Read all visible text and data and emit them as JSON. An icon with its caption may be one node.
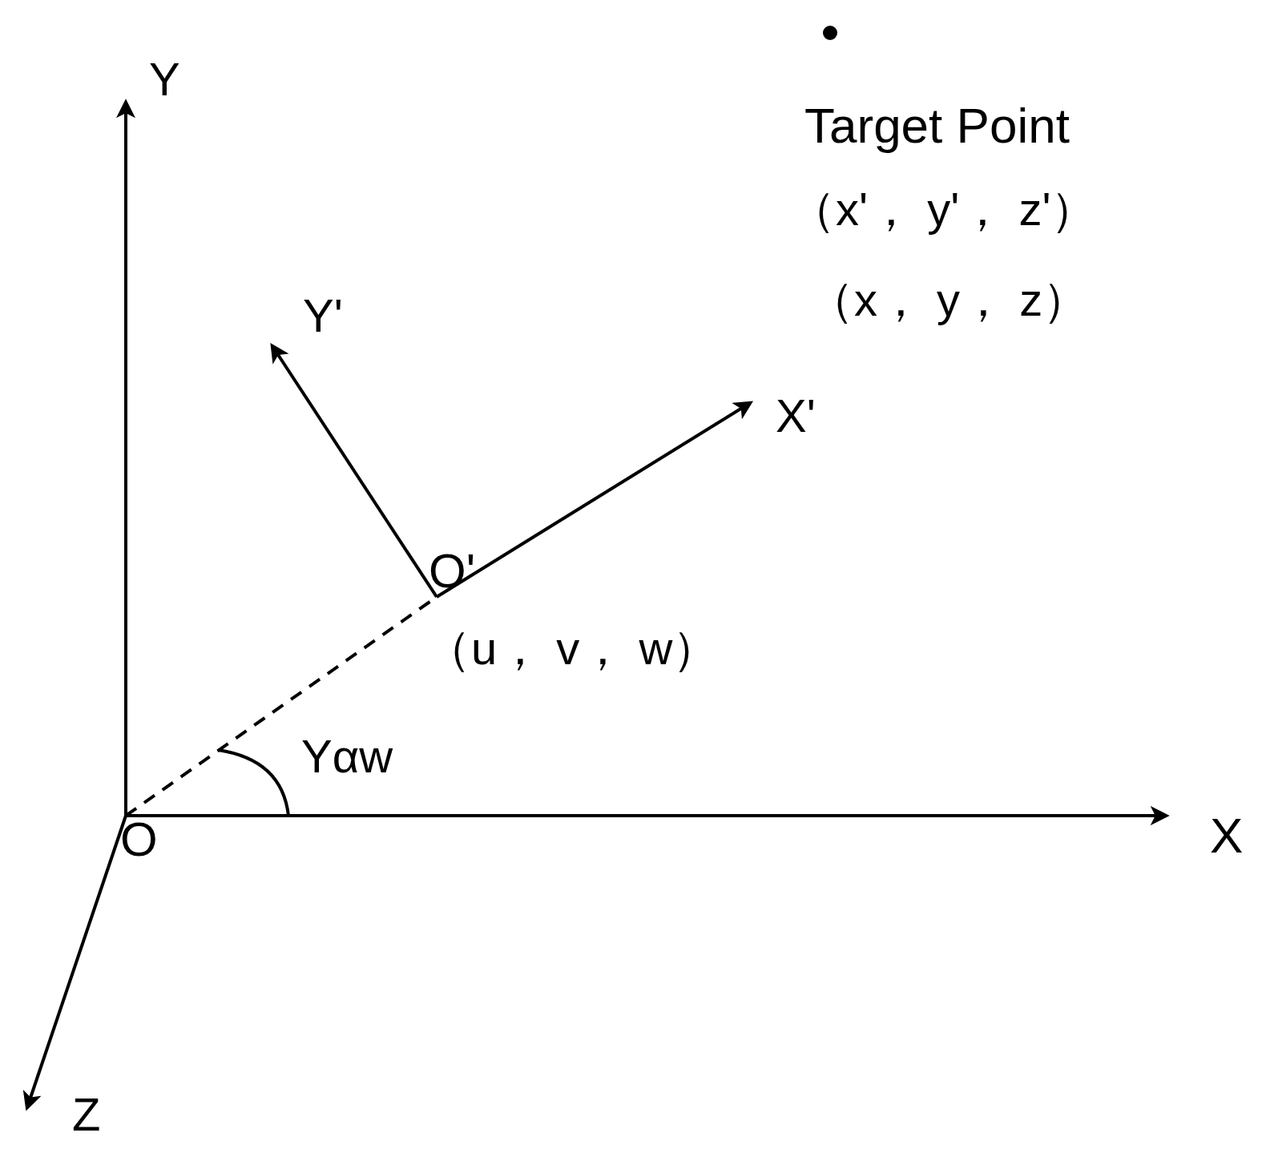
{
  "diagram": {
    "nodes": [
      {
        "text": [
          "O"
        ]
      },
      {
        "text": [
          "O'"
        ]
      }
    ],
    "edges": [
      {
        "from": 0,
        "to": 1,
        "arrow": "none",
        "style": "dashed"
      }
    ],
    "labels": [
      "Y",
      "Target Point",
      "（x'， y'， z'）",
      "（x， y， z）",
      "Y'",
      "X'",
      "（u， v， w）",
      "Yαw",
      "X",
      "Z"
    ]
  }
}
